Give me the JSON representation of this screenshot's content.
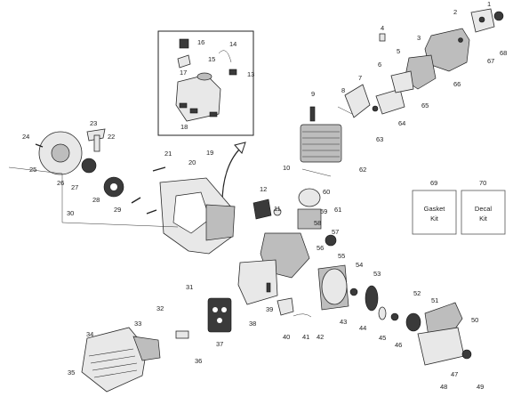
{
  "diagram": {
    "callouts": [
      "1",
      "2",
      "3",
      "4",
      "5",
      "6",
      "7",
      "8",
      "9",
      "10",
      "11",
      "12",
      "13",
      "14",
      "15",
      "16",
      "17",
      "18",
      "19",
      "20",
      "21",
      "22",
      "23",
      "24",
      "25",
      "26",
      "27",
      "28",
      "29",
      "30",
      "31",
      "32",
      "33",
      "34",
      "35",
      "36",
      "37",
      "38",
      "39",
      "40",
      "41",
      "42",
      "43",
      "44",
      "45",
      "46",
      "47",
      "48",
      "49",
      "50",
      "51",
      "52",
      "53",
      "54",
      "55",
      "56",
      "57",
      "58",
      "59",
      "60",
      "61",
      "62",
      "63",
      "64",
      "65",
      "66",
      "67",
      "68",
      "69",
      "70"
    ],
    "kits": {
      "gasket": {
        "line1": "Gasket",
        "line2": "Kit"
      },
      "decal": {
        "line1": "Decal",
        "line2": "Kit"
      }
    }
  }
}
